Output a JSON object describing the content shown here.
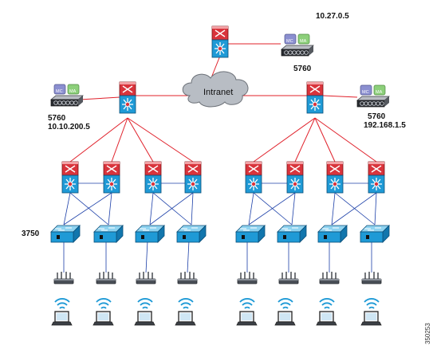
{
  "diagram": {
    "cloud_label": "Intranet",
    "controller_top": {
      "ip": "10.27.0.5",
      "model": "5760",
      "mc_label": "MC",
      "ma_label": "MA"
    },
    "controller_left": {
      "ip": "10.10.200.5",
      "model": "5760",
      "mc_label": "MC",
      "ma_label": "MA"
    },
    "controller_right": {
      "ip": "192.168.1.5",
      "model": "5760",
      "mc_label": "MC",
      "ma_label": "MA"
    },
    "access_switch_label": "3750",
    "figure_id": "350253",
    "colors": {
      "core_link": "#e0202a",
      "dist_link": "#1b3fa8",
      "access_link": "#1b3fa8",
      "switch_blue": "#1f9ad6",
      "router_red": "#d9343c",
      "mc_badge": "#8b8fd0",
      "ma_badge": "#8ccf7a"
    },
    "icons": {
      "core_switch": "core-switch-icon",
      "access_switch": "access-switch-icon",
      "access_point": "access-point-icon",
      "laptop": "wireless-laptop-icon",
      "controller": "wireless-controller-icon",
      "cloud": "cloud-icon"
    }
  }
}
